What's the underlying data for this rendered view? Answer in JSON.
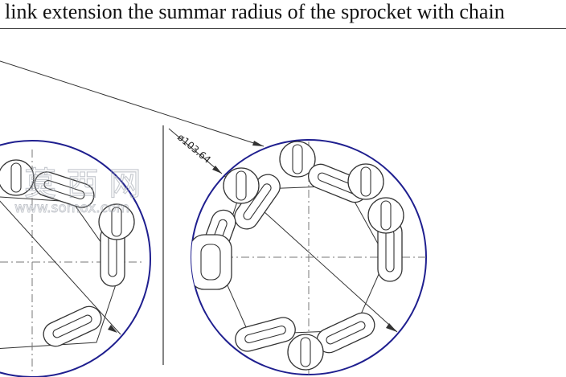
{
  "caption": "link extension the summar radius of the sprocket with chain",
  "dimension": {
    "label": "ø103.64"
  },
  "watermark": {
    "cn": "莫 西 网",
    "url": "www.somox.com"
  },
  "colors": {
    "circle": "#1f1f8f",
    "line": "#333333"
  }
}
